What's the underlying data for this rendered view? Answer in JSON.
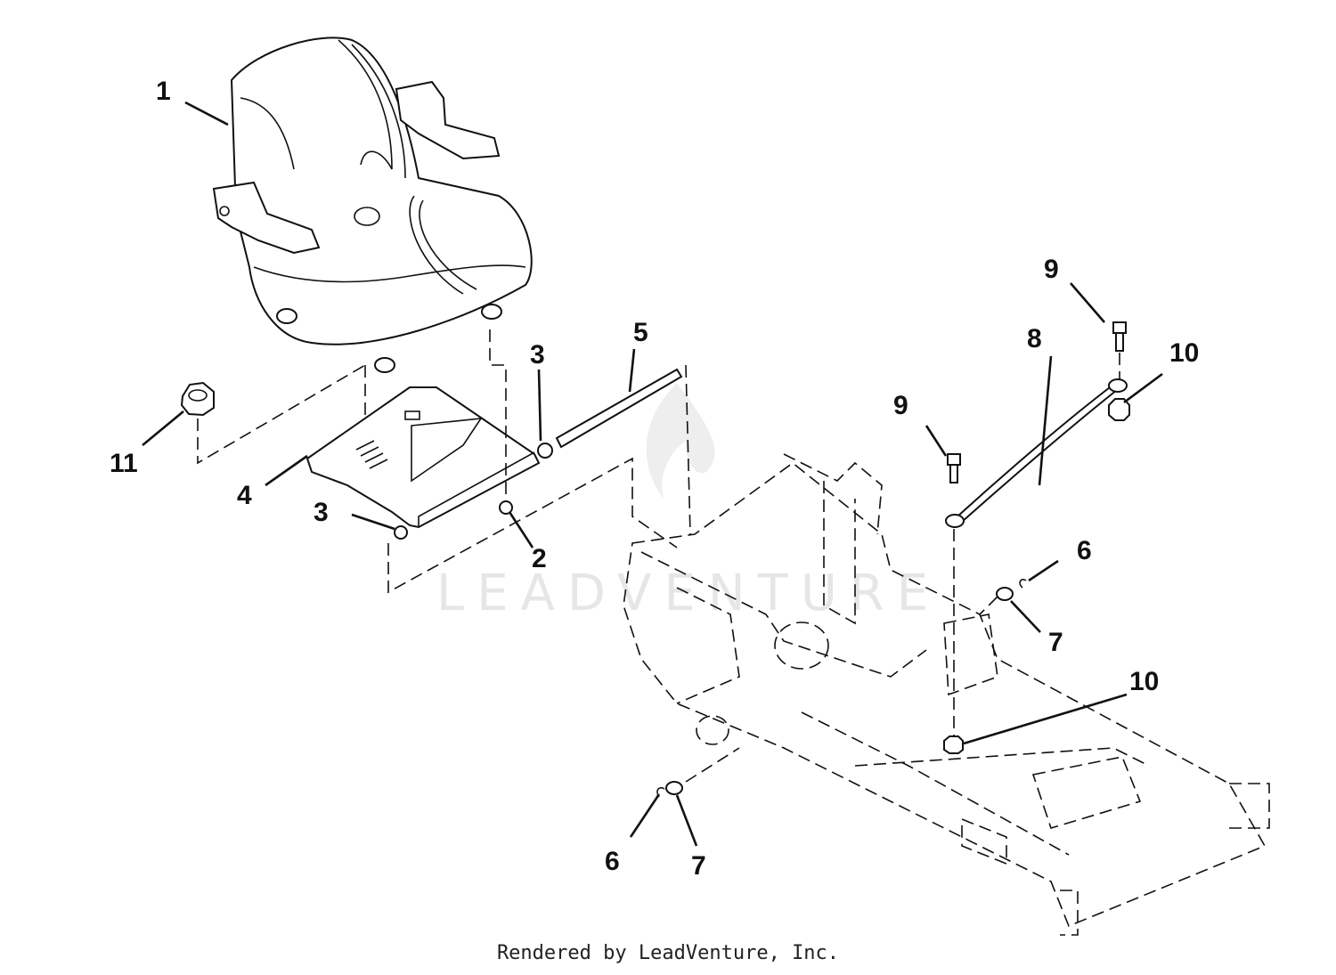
{
  "watermark": "LEADVENTURE",
  "footer": "Rendered by LeadVenture, Inc.",
  "callouts": [
    "1",
    "2",
    "3",
    "3",
    "4",
    "5",
    "6",
    "6",
    "7",
    "7",
    "8",
    "9",
    "9",
    "10",
    "10",
    "11"
  ]
}
